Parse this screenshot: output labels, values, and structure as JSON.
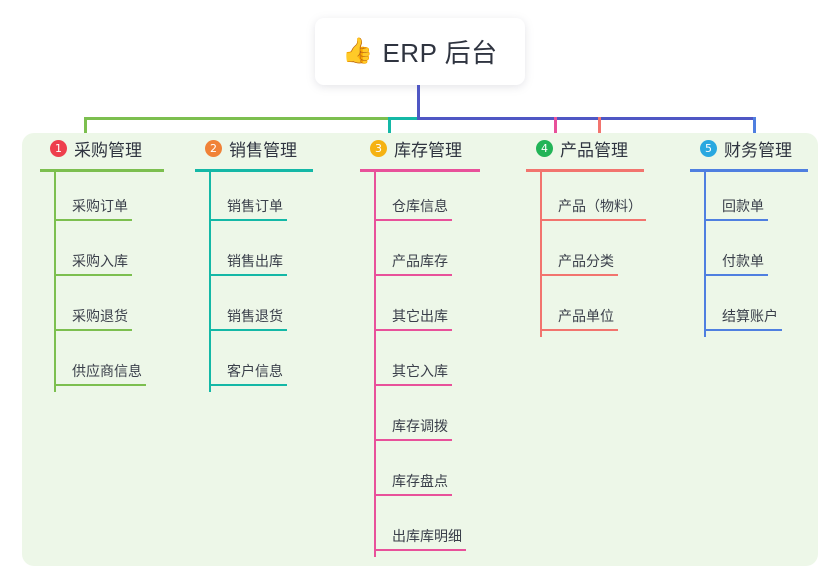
{
  "title": {
    "icon": "thumbs-up-icon",
    "icon_glyph": "👍",
    "text": "ERP 后台"
  },
  "colors": {
    "panel_bg": "#edf7e8",
    "root_connector": "#4f57c4",
    "col1": "#7cbf4f",
    "col2": "#14b8a6",
    "col3": "#e8519a",
    "col4": "#f2746e",
    "col5": "#4f7fe0",
    "badge1": "#ee3f4d",
    "badge2": "#f08237",
    "badge3": "#f5b212",
    "badge4": "#22b457",
    "badge5": "#29a8e0"
  },
  "columns": [
    {
      "number": "1",
      "label": "采购管理",
      "accent": "#7cbf4f",
      "badge_color": "#ee3f4d",
      "items": [
        {
          "label": "采购订单"
        },
        {
          "label": "采购入库"
        },
        {
          "label": "采购退货"
        },
        {
          "label": "供应商信息"
        }
      ]
    },
    {
      "number": "2",
      "label": "销售管理",
      "accent": "#14b8a6",
      "badge_color": "#f08237",
      "items": [
        {
          "label": "销售订单"
        },
        {
          "label": "销售出库"
        },
        {
          "label": "销售退货"
        },
        {
          "label": "客户信息"
        }
      ]
    },
    {
      "number": "3",
      "label": "库存管理",
      "accent": "#e8519a",
      "badge_color": "#f5b212",
      "items": [
        {
          "label": "仓库信息"
        },
        {
          "label": "产品库存"
        },
        {
          "label": "其它出库"
        },
        {
          "label": "其它入库"
        },
        {
          "label": "库存调拨"
        },
        {
          "label": "库存盘点"
        },
        {
          "label": "出库库明细"
        }
      ]
    },
    {
      "number": "4",
      "label": "产品管理",
      "accent": "#f2746e",
      "badge_color": "#22b457",
      "items": [
        {
          "label": "产品（物料）"
        },
        {
          "label": "产品分类"
        },
        {
          "label": "产品单位"
        }
      ]
    },
    {
      "number": "5",
      "label": "财务管理",
      "accent": "#4f7fe0",
      "badge_color": "#29a8e0",
      "items": [
        {
          "label": "回款单"
        },
        {
          "label": "付款单"
        },
        {
          "label": "结算账户"
        }
      ]
    }
  ]
}
